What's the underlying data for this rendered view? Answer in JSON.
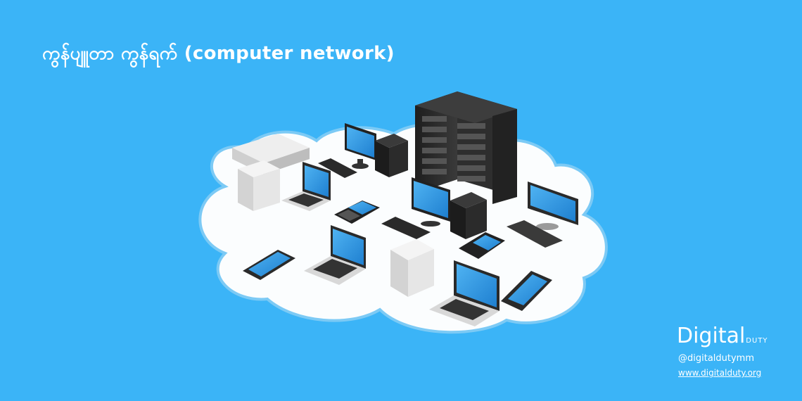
{
  "title": "ကွန်ပျူတာ ကွန်ရက် (computer network)",
  "brand": {
    "logo_main": "Digital",
    "logo_sub": "DUTY",
    "handle": "@digitaldutymm",
    "website": "www.digitalduty.org"
  },
  "colors": {
    "background": "#3bb4f7",
    "cloud": "#ffffff",
    "screen": "#2a8fe0",
    "device_dark": "#2b2b2b",
    "device_light": "#d9d9d9"
  }
}
